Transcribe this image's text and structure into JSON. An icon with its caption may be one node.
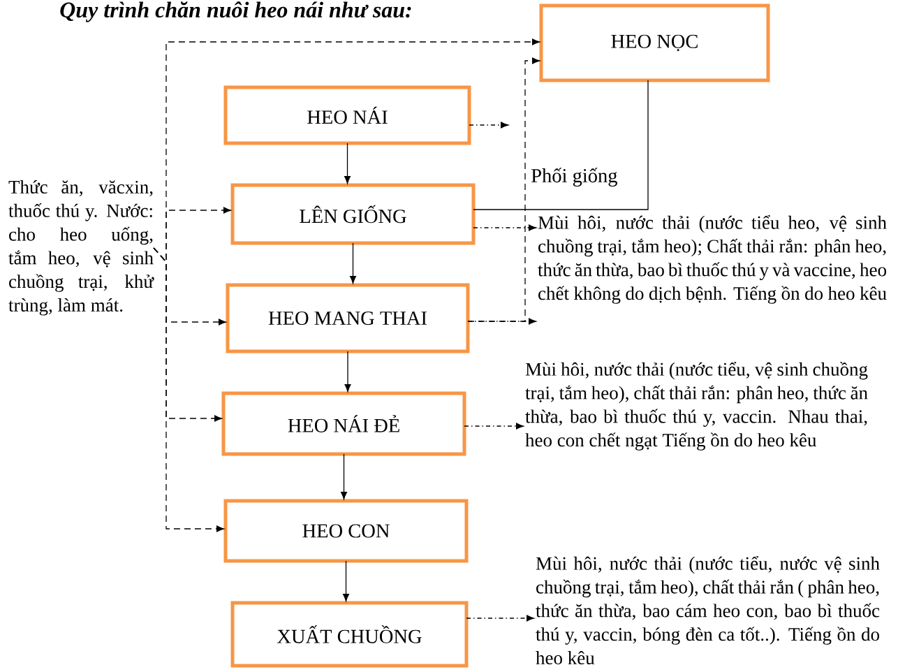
{
  "diagram": {
    "title": "Quy trình chăn nuôi heo nái như sau:",
    "nodes": [
      {
        "text": [
          "HEO NỌC"
        ]
      },
      {
        "text": [
          "HEO NÁI"
        ]
      },
      {
        "text": [
          "LÊN GIỐNG"
        ]
      },
      {
        "text": [
          "HEO MANG THAI"
        ]
      },
      {
        "text": [
          "HEO NÁI ĐẺ"
        ]
      },
      {
        "text": [
          "HEO CON"
        ]
      },
      {
        "text": [
          "XUẤT CHUỒNG"
        ]
      },
      {
        "text": [
          "Thức ăn, văcxin, thuốc thú y. Nước: cho heo uống, tắm heo, vệ sinh chuồng trại, khử trùng, làm mát."
        ]
      },
      {
        "text": [
          "Mùi hôi, nước thải (nước tiểu heo, vệ sinh chuồng trại, tắm heo); Chất thải rắn: phân heo, thức ăn thừa, bao bì thuốc thú y và vaccine, heo chết  không do dịch bệnh. Tiếng ồn do heo kêu"
        ]
      },
      {
        "text": [
          "Mùi hôi, nước thải (nước tiểu, vệ sinh chuồng trại, tắm heo), chất thải rắn: phân heo, thức ăn thừa, bao bì thuốc thú y, vaccin. Nhau thai, heo con chết ngạt Tiếng ồn do heo kêu"
        ]
      },
      {
        "text": [
          "Mùi hôi, nước thải (nước tiểu, nước vệ sinh chuồng trại, tắm heo), chất thải rắn ( phân heo, thức ăn thừa, bao cám heo con, bao bì thuốc thú y, vaccin, bóng đèn ca tốt..). Tiếng ồn do heo kêu"
        ]
      }
    ],
    "edges": [
      {
        "from": 1,
        "to": 2,
        "arrow": "to"
      },
      {
        "from": 2,
        "to": 3,
        "arrow": "to"
      },
      {
        "from": 3,
        "to": 4,
        "arrow": "to"
      },
      {
        "from": 4,
        "to": 5,
        "arrow": "to"
      },
      {
        "from": 5,
        "to": 6,
        "arrow": "to"
      },
      {
        "from": 7,
        "to": 0,
        "arrow": "to",
        "style": "dashed"
      },
      {
        "from": 7,
        "to": 2,
        "arrow": "to",
        "style": "dashed"
      },
      {
        "from": 7,
        "to": 3,
        "arrow": "to",
        "style": "dashed"
      },
      {
        "from": 7,
        "to": 4,
        "arrow": "to",
        "style": "dashed"
      },
      {
        "from": 7,
        "to": 5,
        "arrow": "to",
        "style": "dashed"
      },
      {
        "from": 0,
        "to": 2,
        "arrow": "none",
        "label": "Phối giống"
      },
      {
        "from": 3,
        "to": 0,
        "arrow": "to",
        "style": "dashed"
      },
      {
        "from": 1,
        "to": null,
        "arrow": "to",
        "style": "dashed"
      },
      {
        "from": 2,
        "to": 8,
        "arrow": "to",
        "style": "dashed"
      },
      {
        "from": 3,
        "to": 8,
        "arrow": "to",
        "style": "dashed"
      },
      {
        "from": 4,
        "to": 9,
        "arrow": "to",
        "style": "dashed"
      },
      {
        "from": 6,
        "to": 10,
        "arrow": "to",
        "style": "dashed"
      }
    ]
  }
}
